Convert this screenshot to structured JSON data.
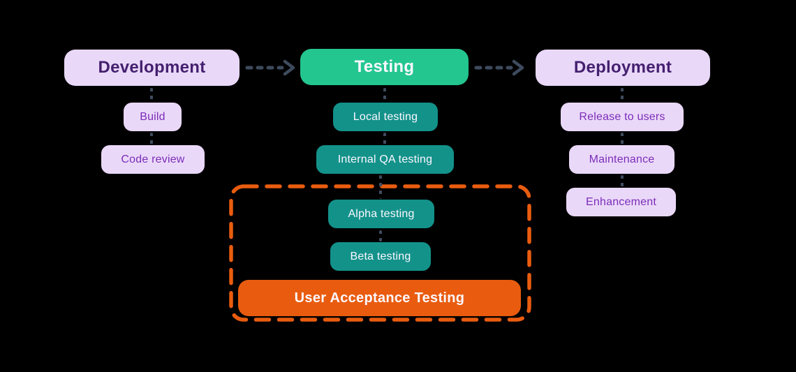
{
  "colors": {
    "background": "#000000",
    "light_purple": "#EAD8F9",
    "dark_purple": "#44206F",
    "purple": "#7B2DB8",
    "green": "#23C68F",
    "teal": "#13928A",
    "orange": "#E95C0F",
    "connector": "#3E4B5E",
    "white_text": "#FCF8FF"
  },
  "icons": {
    "dashed_arrow": "dashed line with chevron arrowhead"
  },
  "stages": {
    "development": {
      "label": "Development",
      "steps": [
        {
          "label": "Build"
        },
        {
          "label": "Code review"
        }
      ]
    },
    "testing": {
      "label": "Testing",
      "steps": [
        {
          "label": "Local testing"
        },
        {
          "label": "Internal QA testing"
        }
      ],
      "uat_group": {
        "steps": [
          {
            "label": "Alpha testing"
          },
          {
            "label": "Beta testing"
          }
        ],
        "highlight": {
          "label": "User Acceptance Testing"
        }
      }
    },
    "deployment": {
      "label": "Deployment",
      "steps": [
        {
          "label": "Release to users"
        },
        {
          "label": "Maintenance"
        },
        {
          "label": "Enhancement"
        }
      ]
    }
  }
}
